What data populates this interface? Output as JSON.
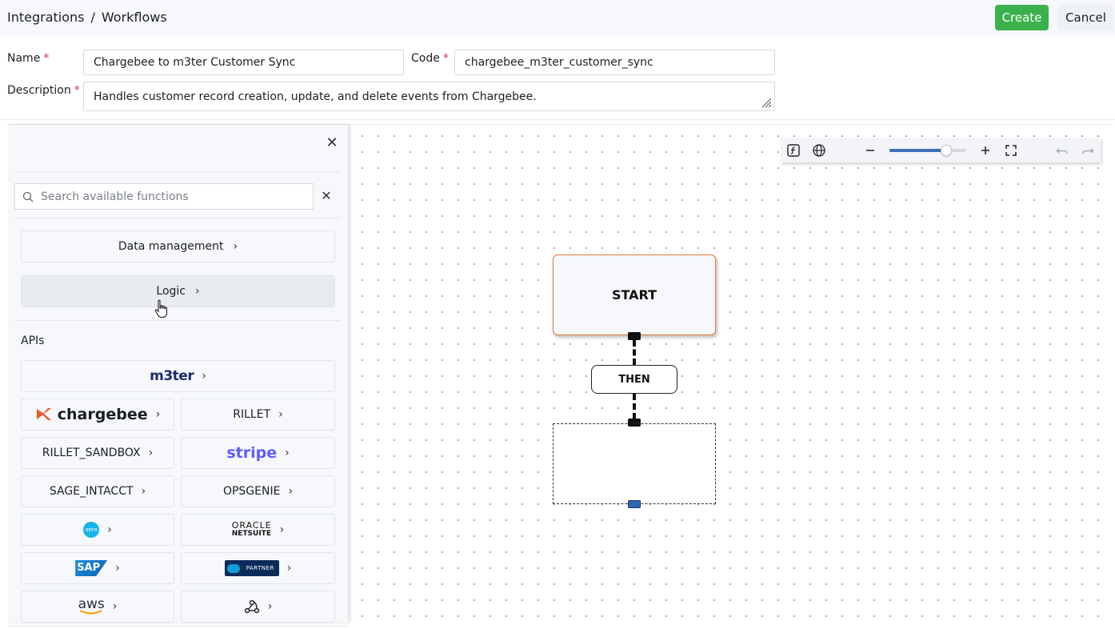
{
  "header": {
    "breadcrumb": [
      "Integrations",
      "Workflows"
    ],
    "breadcrumb_separator": "/",
    "create_label": "Create",
    "cancel_label": "Cancel",
    "create_color": "#3bb14c"
  },
  "form": {
    "name_label": "Name",
    "name_value": "Chargebee to m3ter Customer Sync",
    "code_label": "Code",
    "code_value": "chargebee_m3ter_customer_sync",
    "description_label": "Description",
    "description_value": "Handles customer record creation, update, and delete events from Chargebee.",
    "required_marker": "*"
  },
  "panel": {
    "close_icon": "close-icon",
    "search_placeholder": "Search available functions",
    "categories": [
      {
        "label": "Data management"
      },
      {
        "label": "Logic"
      }
    ],
    "apis_label": "APIs",
    "apis": [
      {
        "label": "m3ter",
        "kind": "logo"
      },
      {
        "label": "chargebee",
        "kind": "logo"
      },
      {
        "label": "RILLET",
        "kind": "text"
      },
      {
        "label": "RILLET_SANDBOX",
        "kind": "text"
      },
      {
        "label": "stripe",
        "kind": "logo"
      },
      {
        "label": "SAGE_INTACCT",
        "kind": "text"
      },
      {
        "label": "OPSGENIE",
        "kind": "text"
      },
      {
        "label": "xero",
        "kind": "logo"
      },
      {
        "label": "ORACLE",
        "sublabel": "NETSUITE",
        "kind": "logo"
      },
      {
        "label": "SAP",
        "kind": "logo"
      },
      {
        "label": "PARTNER",
        "kind": "logo"
      },
      {
        "label": "aws",
        "kind": "logo"
      },
      {
        "label": "webhook",
        "kind": "icon"
      }
    ]
  },
  "toolbar": {
    "zoom_fraction": 0.74
  },
  "flow": {
    "start_label": "START",
    "then_label": "THEN"
  }
}
